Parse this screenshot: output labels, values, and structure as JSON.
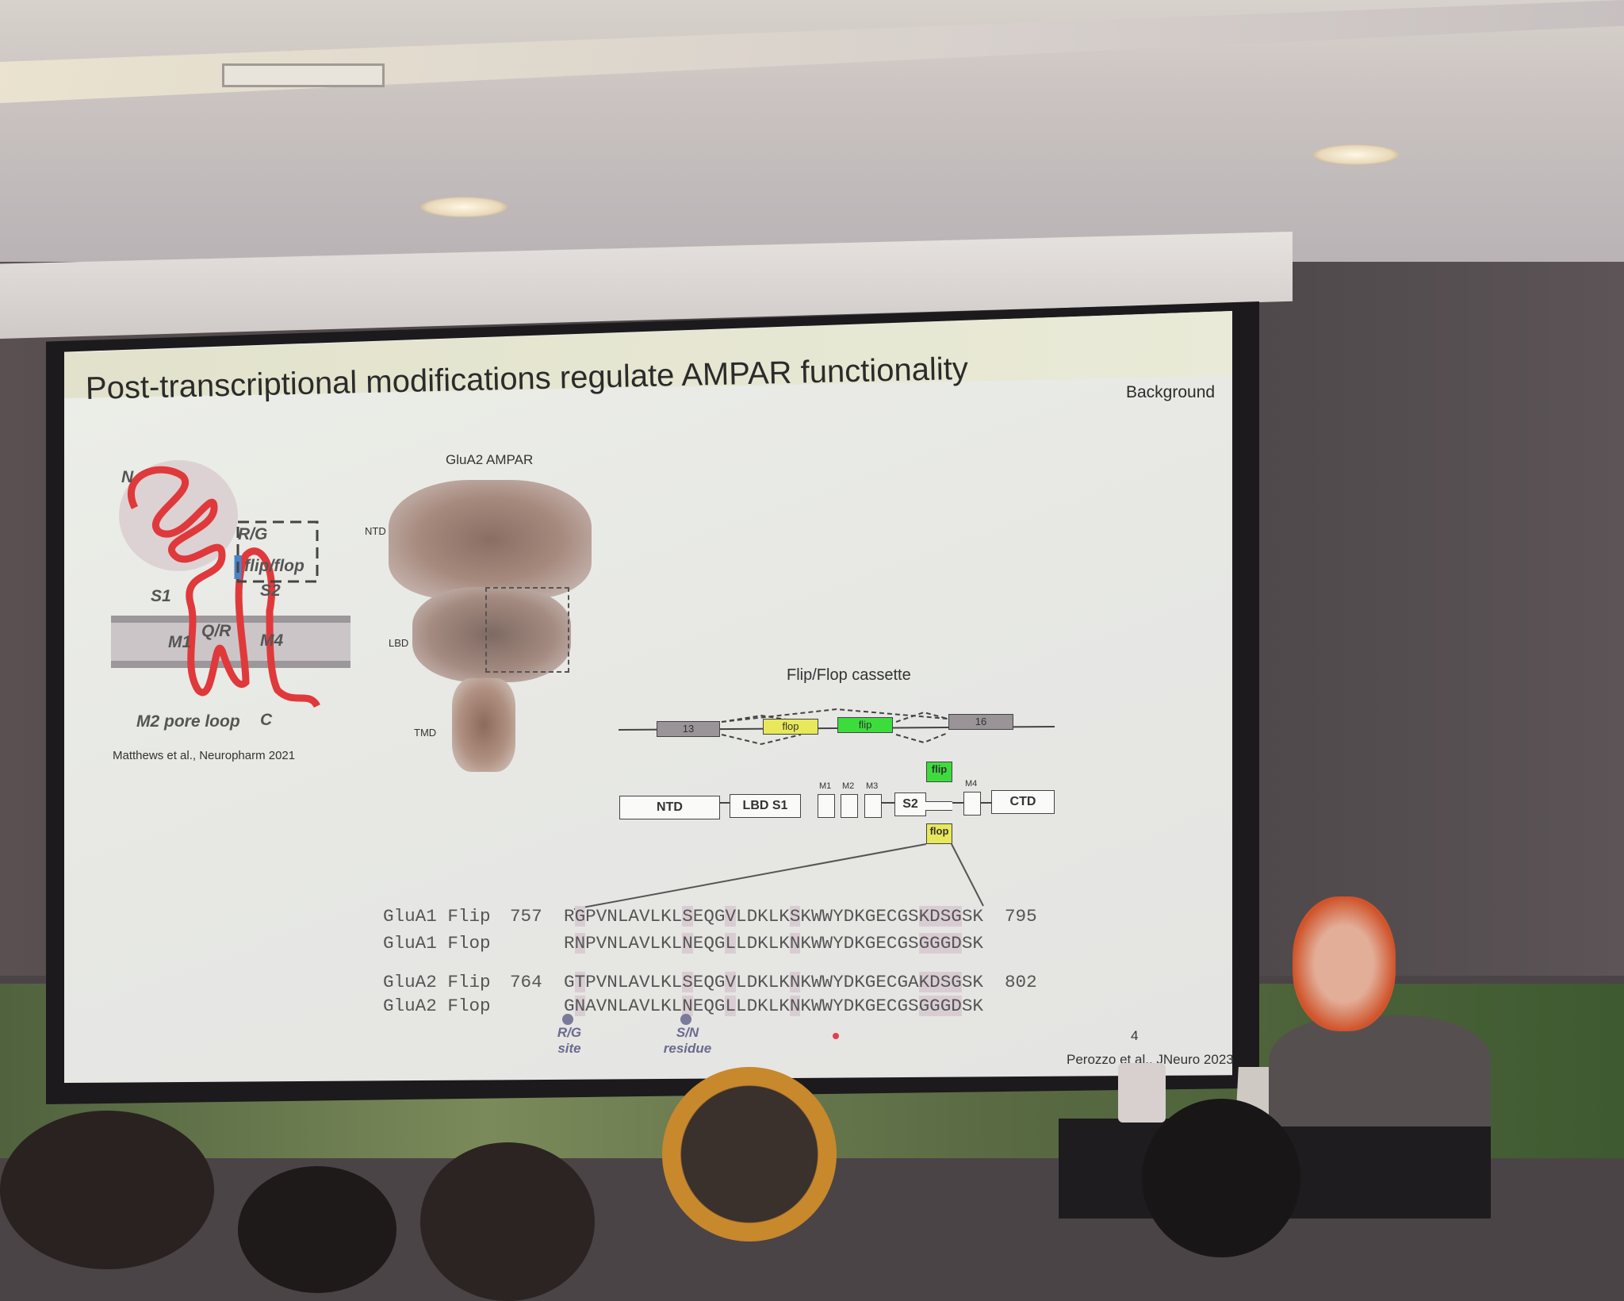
{
  "slide": {
    "title": "Post-transcriptional modifications regulate AMPAR functionality",
    "section": "Background",
    "page_number": "4",
    "citation_right": "Perozzo et al., JNeuro 2023",
    "left_figure": {
      "n": "N",
      "c": "C",
      "rg": "R/G",
      "flipflop": "flip/flop",
      "s1": "S1",
      "s2": "S2",
      "m1": "M1",
      "qr": "Q/R",
      "m4": "M4",
      "pore": "M2 pore loop",
      "citation": "Matthews et al., Neuropharm 2021"
    },
    "structure": {
      "title": "GluA2 AMPAR",
      "ntd": "NTD",
      "lbd": "LBD",
      "tmd": "TMD"
    },
    "cassette": {
      "title": "Flip/Flop cassette",
      "exons": [
        "13",
        "flop",
        "flip",
        "16"
      ]
    },
    "domains": {
      "ntd": "NTD",
      "lbd_s1": "LBD S1",
      "m1": "M1",
      "m2": "M2",
      "m3": "M3",
      "s2": "S2",
      "m4": "M4",
      "ctd": "CTD",
      "flip": "flip",
      "flop": "flop"
    },
    "alignment": {
      "rows": [
        {
          "name": "GluA1 Flip",
          "start": "757",
          "seq": "RGPVNLAVLKLSEQGVLDKLKSKWWYDKGECGSKDSGSK",
          "end": "795"
        },
        {
          "name": "GluA1 Flop",
          "start": "",
          "seq": "RNPVNLAVLKLNEQGLLDKLKNKWWYDKGECGSGGGDSK",
          "end": ""
        },
        {
          "name": "GluA2 Flip",
          "start": "764",
          "seq": "GTPVNLAVLKLSEQGVLDKLKNKWWYDKGECGAKDSGSK",
          "end": "802"
        },
        {
          "name": "GluA2 Flop",
          "start": "",
          "seq": "GNAVNLAVLKLNEQGLLDKLKNKWWYDKGECGSGGGDSK",
          "end": ""
        }
      ],
      "highlight_cols": [
        1,
        11,
        15,
        21,
        33,
        34,
        35,
        36
      ],
      "site1": "R/G site",
      "site2": "S/N residue"
    }
  },
  "colors": {
    "strand": "#e0393b",
    "flip": "#3ddc3d",
    "flop": "#e8e85a",
    "exon": "#9a9498"
  }
}
